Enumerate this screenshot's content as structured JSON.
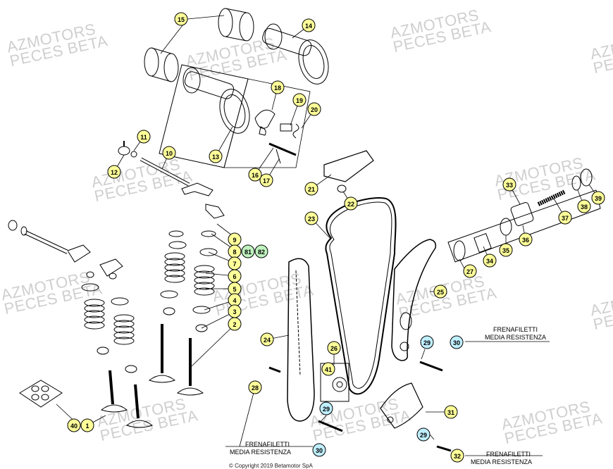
{
  "watermark": {
    "line1": "AZMOTORS",
    "line2": "PECES BETA"
  },
  "callouts": [
    {
      "label": "1",
      "kind": "yellow"
    },
    {
      "label": "2",
      "kind": "yellow"
    },
    {
      "label": "3",
      "kind": "yellow"
    },
    {
      "label": "4",
      "kind": "yellow"
    },
    {
      "label": "5",
      "kind": "yellow"
    },
    {
      "label": "6",
      "kind": "yellow"
    },
    {
      "label": "7",
      "kind": "yellow"
    },
    {
      "label": "8",
      "kind": "yellow"
    },
    {
      "label": "9",
      "kind": "yellow"
    },
    {
      "label": "10",
      "kind": "yellow"
    },
    {
      "label": "11",
      "kind": "yellow"
    },
    {
      "label": "12",
      "kind": "yellow"
    },
    {
      "label": "13",
      "kind": "yellow"
    },
    {
      "label": "14",
      "kind": "yellow"
    },
    {
      "label": "15",
      "kind": "yellow"
    },
    {
      "label": "16",
      "kind": "yellow"
    },
    {
      "label": "17",
      "kind": "yellow"
    },
    {
      "label": "18",
      "kind": "yellow"
    },
    {
      "label": "19",
      "kind": "yellow"
    },
    {
      "label": "20",
      "kind": "yellow"
    },
    {
      "label": "21",
      "kind": "yellow"
    },
    {
      "label": "22",
      "kind": "yellow"
    },
    {
      "label": "23",
      "kind": "yellow"
    },
    {
      "label": "24",
      "kind": "yellow"
    },
    {
      "label": "25",
      "kind": "yellow"
    },
    {
      "label": "26",
      "kind": "yellow"
    },
    {
      "label": "27",
      "kind": "yellow"
    },
    {
      "label": "28",
      "kind": "yellow"
    },
    {
      "label": "29",
      "kind": "blue"
    },
    {
      "label": "29",
      "kind": "blue"
    },
    {
      "label": "29",
      "kind": "blue"
    },
    {
      "label": "30",
      "kind": "blue"
    },
    {
      "label": "30",
      "kind": "blue"
    },
    {
      "label": "31",
      "kind": "yellow"
    },
    {
      "label": "32",
      "kind": "yellow"
    },
    {
      "label": "33",
      "kind": "yellow"
    },
    {
      "label": "34",
      "kind": "yellow"
    },
    {
      "label": "35",
      "kind": "yellow"
    },
    {
      "label": "36",
      "kind": "yellow"
    },
    {
      "label": "37",
      "kind": "yellow"
    },
    {
      "label": "38",
      "kind": "yellow"
    },
    {
      "label": "39",
      "kind": "yellow"
    },
    {
      "label": "40",
      "kind": "yellow"
    },
    {
      "label": "41",
      "kind": "yellow"
    },
    {
      "label": "81",
      "kind": "green"
    },
    {
      "label": "82",
      "kind": "green"
    }
  ],
  "notes": [
    {
      "line1": "FRENAFILETTI",
      "line2": "MEDIA RESISTENZA"
    },
    {
      "line1": "FRENAFILETTI",
      "line2": "MEDIA RESISTENZA"
    },
    {
      "line1": "FRENAFILETTI",
      "line2": "MEDIA RESISTENZA"
    }
  ],
  "footer": "© Copyright 2019 Betamotor SpA",
  "colors": {
    "yellow": "#ffff99",
    "blue": "#bfefff",
    "green": "#bff2bf",
    "watermark": "#cfcfcf",
    "line": "#000000"
  }
}
